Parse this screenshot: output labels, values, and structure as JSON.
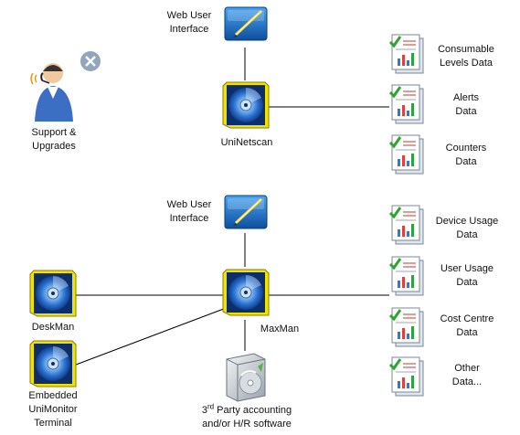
{
  "top_section": {
    "web_ui_label": [
      "Web User",
      "Interface"
    ],
    "server_label": "UniNetscan",
    "support_label": [
      "Support &",
      "Upgrades"
    ],
    "data_items": [
      [
        "Consumable",
        "Levels Data"
      ],
      [
        "Alerts",
        "Data"
      ],
      [
        "Counters",
        "Data"
      ]
    ]
  },
  "bottom_section": {
    "web_ui_label": [
      "Web User",
      "Interface"
    ],
    "server_label": "MaxMan",
    "deskman_label": "DeskMan",
    "embedded_label": [
      "Embedded",
      "UniMonitor",
      "Terminal"
    ],
    "third_party_label": {
      "sup_prefix": "3",
      "sup": "rd",
      "line1_rest": " Party accounting",
      "line2": "and/or H/R software"
    },
    "data_items": [
      [
        "Device Usage",
        "Data"
      ],
      [
        "User Usage",
        "Data"
      ],
      [
        "Cost Centre",
        "Data"
      ],
      [
        "Other",
        "Data..."
      ]
    ]
  },
  "colors": {
    "disc_frame": "#f2e200",
    "disc_blue": "#2a6fd0",
    "web_ui_blue": "#1e6fc4",
    "line": "#000000"
  },
  "icons": [
    "cd-disc-icon",
    "web-interface-icon",
    "support-agent-icon",
    "data-report-icon",
    "software-box-icon"
  ]
}
